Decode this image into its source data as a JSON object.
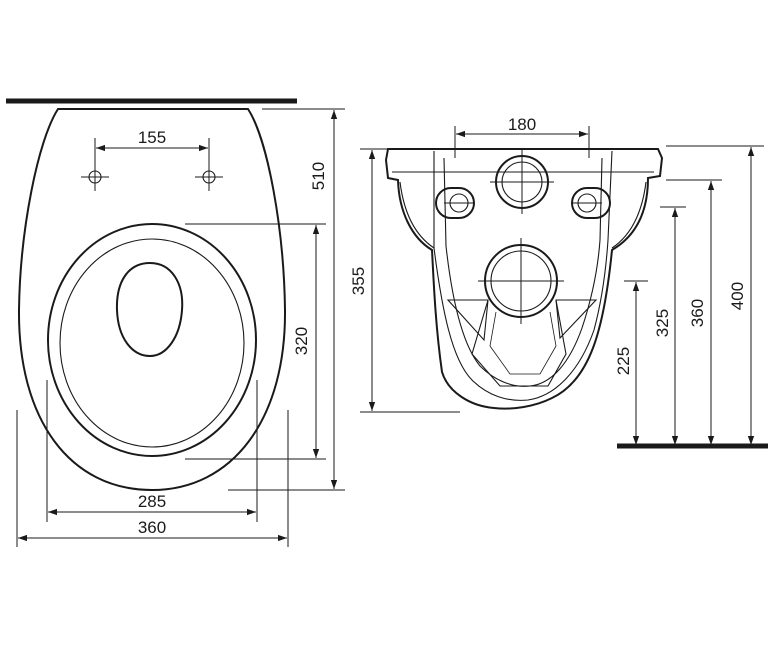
{
  "top_view": {
    "dims": {
      "mount_spacing": "155",
      "length": "510",
      "opening_length": "320",
      "inner_width": "285",
      "outer_width": "360"
    }
  },
  "front_view": {
    "dims": {
      "top_width": "180",
      "rim_height": "355",
      "outlet_height": "225",
      "lower_hole_height": "325",
      "upper_hole_height": "360",
      "total_height": "400"
    }
  },
  "colors": {
    "line": "#1a1a1a",
    "background": "#ffffff"
  }
}
